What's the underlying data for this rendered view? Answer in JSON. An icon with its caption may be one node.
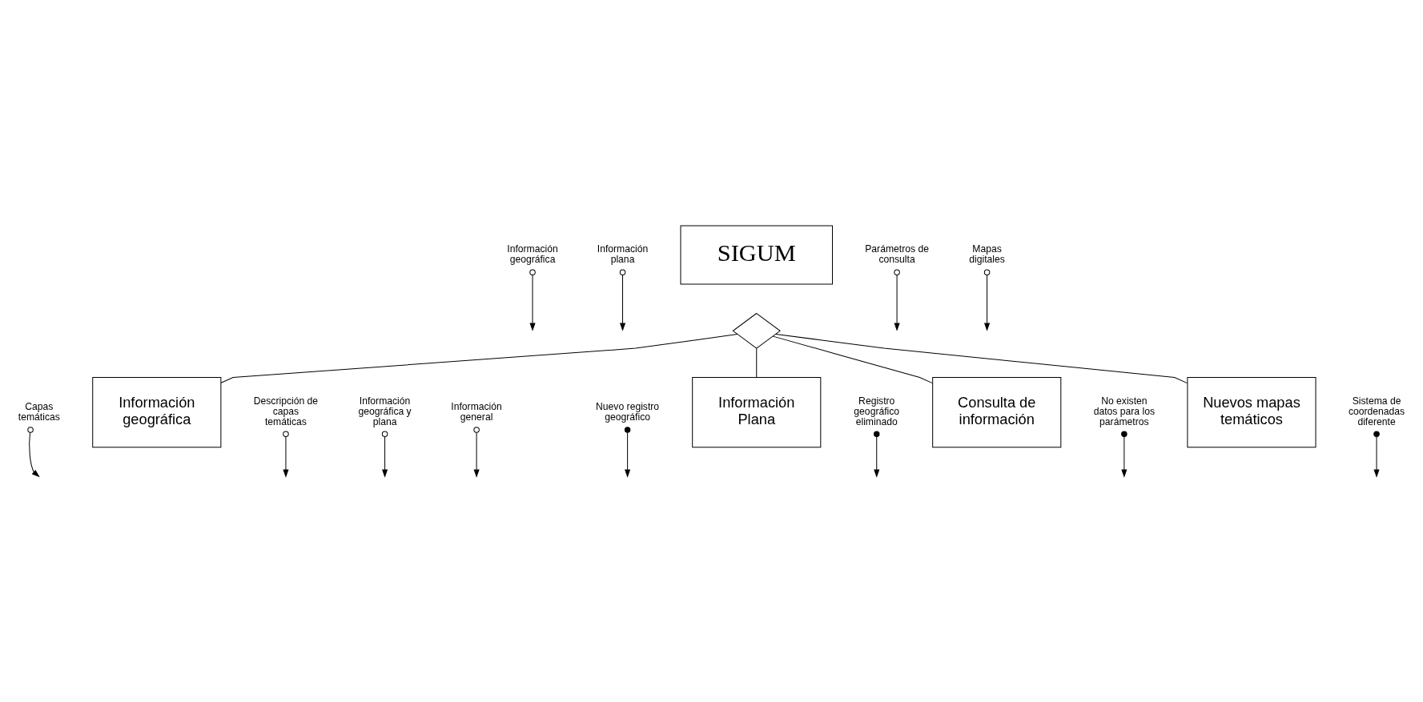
{
  "diagram": {
    "nodes": [
      {
        "text": [
          "SIGUM"
        ]
      },
      {
        "text": [],
        "shape": "diamond"
      },
      {
        "text": [
          "Información geográfica"
        ]
      },
      {
        "text": [
          "Información Plana"
        ]
      },
      {
        "text": [
          "Consulta de información"
        ]
      },
      {
        "text": [
          "Nuevos mapas temáticos"
        ]
      },
      {
        "text": [
          "Información geográfica"
        ]
      },
      {
        "text": [
          "Información plana"
        ]
      },
      {
        "text": [
          "Parámetros de consulta"
        ]
      },
      {
        "text": [
          "Mapas digitales"
        ]
      },
      {
        "text": [
          "Nuevo registro geográfico"
        ]
      },
      {
        "text": [
          "Registro geográfico eliminado"
        ]
      },
      {
        "text": [
          "No existen datos para los parámetros"
        ]
      },
      {
        "text": [
          "Sistema de coordenadas diferente"
        ]
      },
      {
        "text": [
          "Capas temáticas"
        ]
      },
      {
        "text": [
          "Descripción de capas temáticas"
        ]
      },
      {
        "text": [
          "Información geográfica y plana"
        ]
      },
      {
        "text": [
          "Información general"
        ]
      }
    ],
    "edges": [
      {
        "from": 1,
        "to": 2,
        "arrow": "none"
      },
      {
        "from": 1,
        "to": 3,
        "arrow": "none"
      },
      {
        "from": 1,
        "to": 4,
        "arrow": "none"
      },
      {
        "from": 1,
        "to": 5,
        "arrow": "none"
      },
      {
        "from": 6,
        "to": null,
        "arrow": "to"
      },
      {
        "from": 7,
        "to": null,
        "arrow": "to"
      },
      {
        "from": 8,
        "to": null,
        "arrow": "to"
      },
      {
        "from": 9,
        "to": null,
        "arrow": "to"
      },
      {
        "from": 10,
        "to": null,
        "arrow": "to"
      },
      {
        "from": 11,
        "to": null,
        "arrow": "to"
      },
      {
        "from": 12,
        "to": null,
        "arrow": "to"
      },
      {
        "from": 13,
        "to": null,
        "arrow": "to"
      },
      {
        "from": 14,
        "to": null,
        "arrow": "to"
      },
      {
        "from": 15,
        "to": null,
        "arrow": "to"
      },
      {
        "from": 16,
        "to": null,
        "arrow": "to"
      },
      {
        "from": 17,
        "to": null,
        "arrow": "to"
      }
    ]
  }
}
